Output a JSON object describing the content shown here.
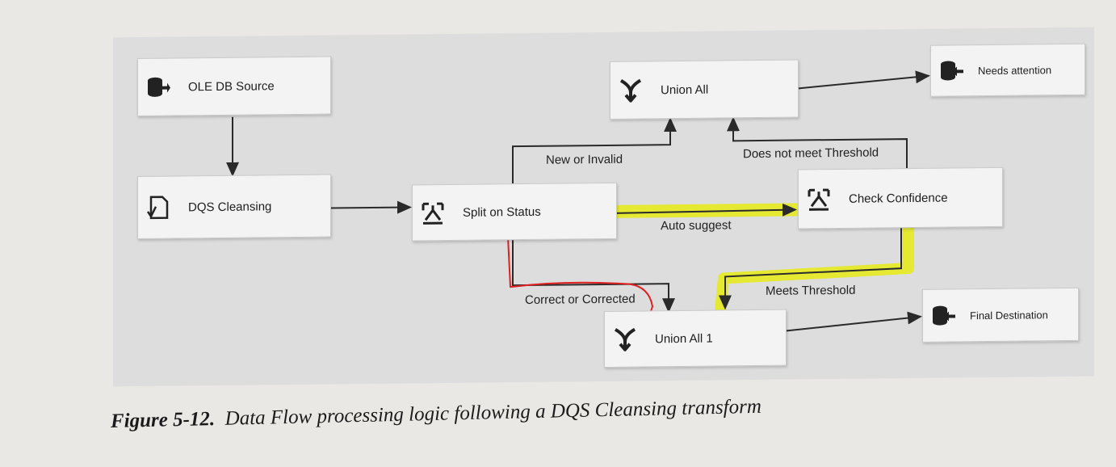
{
  "nodes": {
    "ole_db_source": "OLE DB Source",
    "dqs_cleansing": "DQS Cleansing",
    "split_on_status": "Split on Status",
    "union_all": "Union All",
    "check_confidence": "Check Confidence",
    "needs_attention": "Needs attention",
    "union_all_1": "Union All 1",
    "final_destination": "Final Destination"
  },
  "edges": {
    "new_or_invalid": "New or Invalid",
    "does_not_meet_threshold": "Does not meet Threshold",
    "auto_suggest": "Auto suggest",
    "correct_or_corrected": "Correct or Corrected",
    "meets_threshold": "Meets Threshold"
  },
  "caption": {
    "figure_label": "Figure 5-12.",
    "text": "Data Flow processing logic following a DQS Cleansing transform"
  },
  "colors": {
    "panel": "#dddddd",
    "highlight": "#e6ea1f",
    "pen": "#e12020"
  }
}
